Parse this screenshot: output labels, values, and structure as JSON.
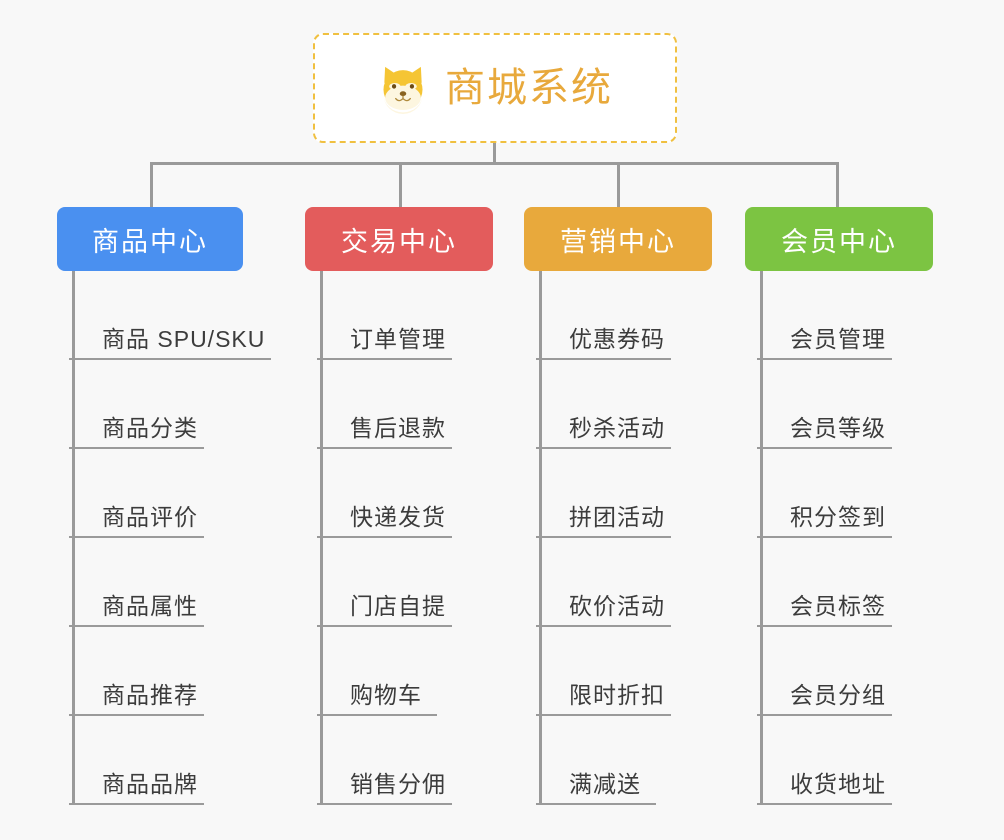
{
  "background_color": "#f8f8f8",
  "root": {
    "title": "商城系统",
    "emoji_name": "shiba-dog-face-emoji",
    "text_color": "#e8a93c",
    "border_color": "#f0c040",
    "background_color": "#ffffff"
  },
  "connector_color": "#9a9a9a",
  "branches": [
    {
      "label": "商品中心",
      "color": "#4a90f0",
      "items": [
        "商品 SPU/SKU",
        "商品分类",
        "商品评价",
        "商品属性",
        "商品推荐",
        "商品品牌"
      ]
    },
    {
      "label": "交易中心",
      "color": "#e35c5c",
      "items": [
        "订单管理",
        "售后退款",
        "快递发货",
        "门店自提",
        "购物车",
        "销售分佣"
      ]
    },
    {
      "label": "营销中心",
      "color": "#e8a93c",
      "items": [
        "优惠券码",
        "秒杀活动",
        "拼团活动",
        "砍价活动",
        "限时折扣",
        "满减送"
      ]
    },
    {
      "label": "会员中心",
      "color": "#7cc442",
      "items": [
        "会员管理",
        "会员等级",
        "积分签到",
        "会员标签",
        "会员分组",
        "收货地址"
      ]
    }
  ]
}
